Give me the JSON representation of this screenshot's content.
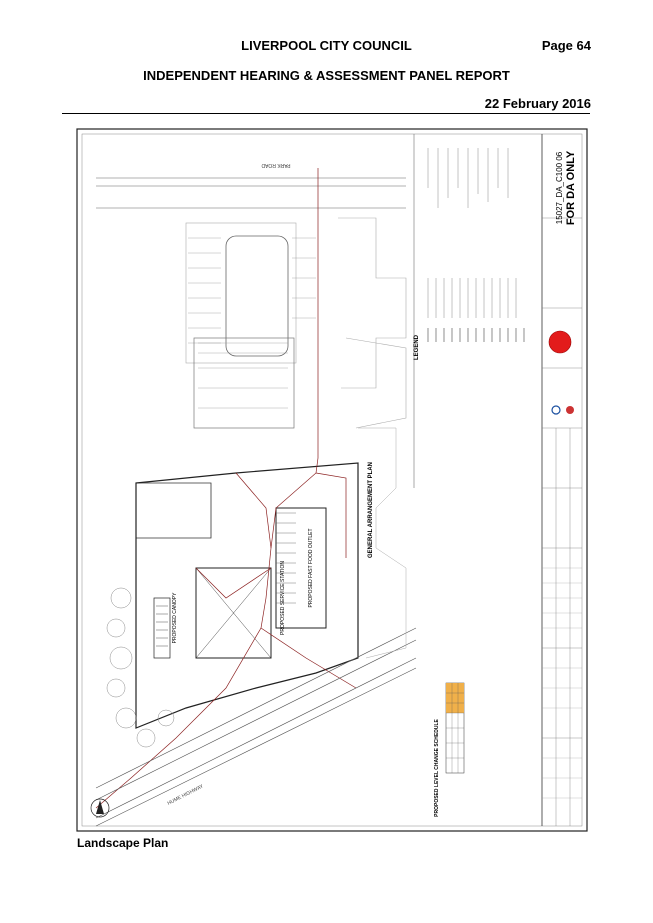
{
  "header": {
    "council": "LIVERPOOL CITY COUNCIL",
    "page": "Page 64",
    "report_title": "INDEPENDENT HEARING & ASSESSMENT PANEL REPORT",
    "date": "22 February 2016"
  },
  "drawing": {
    "stamp": "FOR DA ONLY",
    "drawing_number": "15027_DA_C100 06",
    "legend_title": "LEGEND",
    "plan_title": "GENERAL ARRANGEMENT PLAN",
    "road_labels": [
      "PARK ROAD",
      "HUME HIGHWAY"
    ],
    "building_labels": [
      "PROPOSED FAST FOOD OUTLET",
      "PROPOSED SERVICE STATION",
      "PROPOSED CANOPY"
    ],
    "schedule_title": "PROPOSED LEVEL CHANGE SCHEDULE"
  },
  "caption": "Landscape Plan"
}
